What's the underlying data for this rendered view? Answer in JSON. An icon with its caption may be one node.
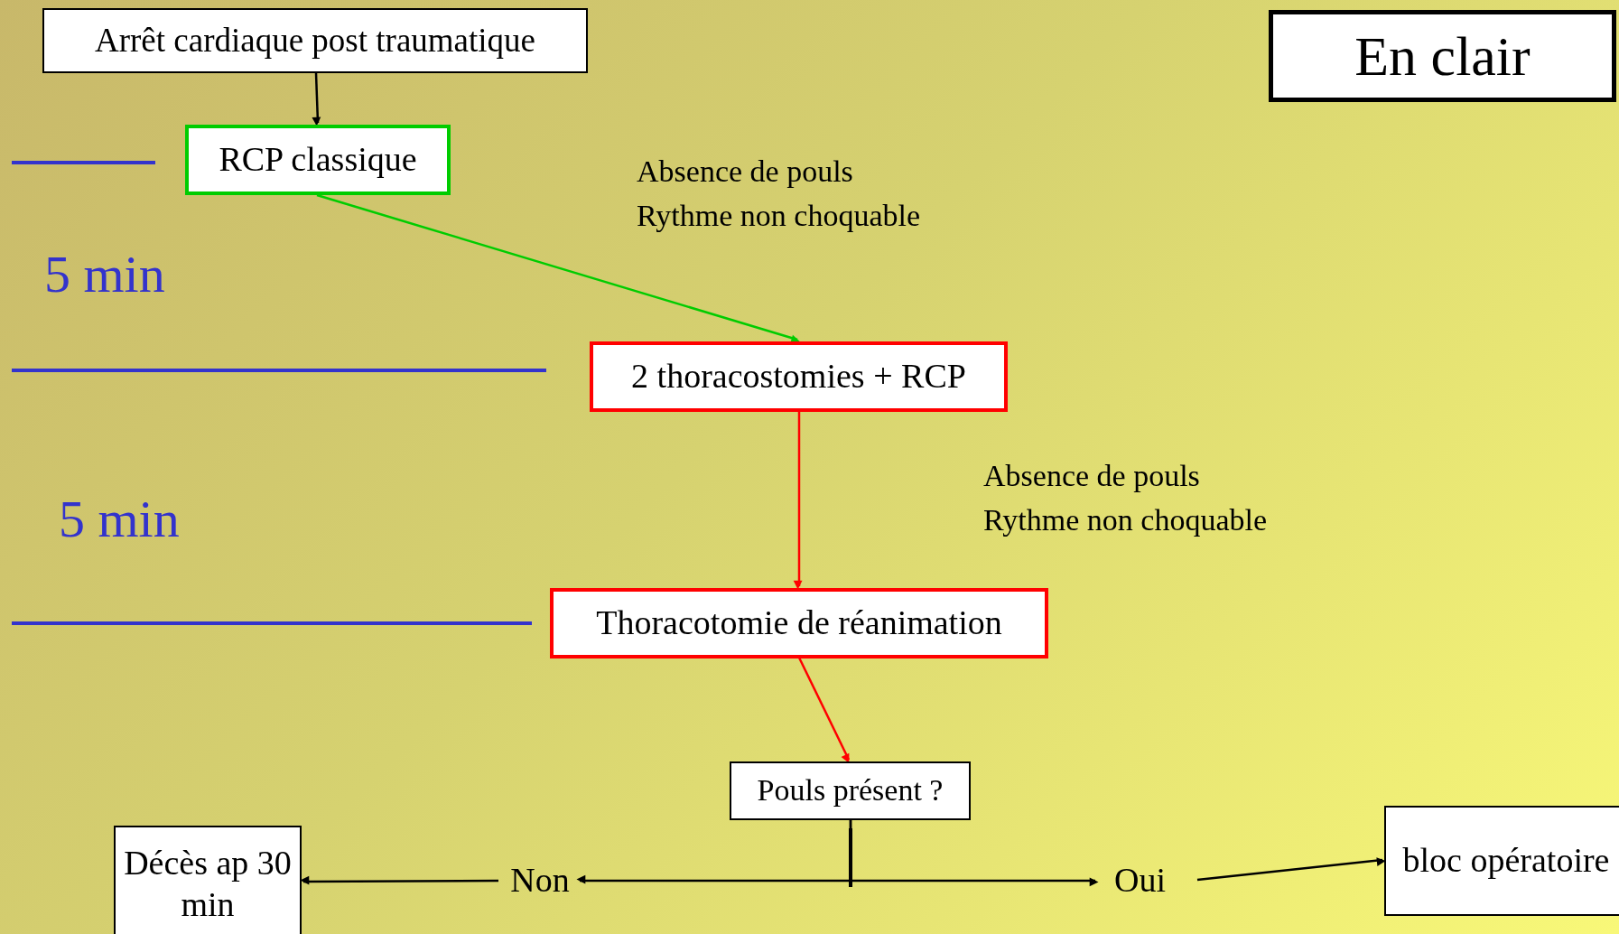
{
  "diagram": {
    "nodes": [
      {
        "text": [
          "Arrêt cardiaque post traumatique"
        ]
      },
      {
        "text": [
          "RCP classique"
        ]
      },
      {
        "text": [
          "2 thoracostomies + RCP"
        ]
      },
      {
        "text": [
          "Thoracotomie de réanimation"
        ]
      },
      {
        "text": [
          "Pouls présent ?"
        ]
      },
      {
        "text": [
          "Non"
        ]
      },
      {
        "text": [
          "Oui"
        ]
      },
      {
        "text": [
          "Décès ap 30 min"
        ]
      },
      {
        "text": [
          "bloc opératoire"
        ]
      },
      {
        "text": [
          "En clair"
        ]
      }
    ],
    "edges": [
      {
        "from": 0,
        "to": 1,
        "arrow": "to"
      },
      {
        "from": 1,
        "to": 2,
        "arrow": "to",
        "color": "#00cc00"
      },
      {
        "from": 2,
        "to": 3,
        "arrow": "to",
        "color": "#ff0000"
      },
      {
        "from": 3,
        "to": 4,
        "arrow": "to",
        "color": "#ff0000"
      },
      {
        "from": 4,
        "to": 5,
        "arrow": "to"
      },
      {
        "from": 4,
        "to": 6,
        "arrow": "to"
      },
      {
        "from": 5,
        "to": 7,
        "arrow": "to"
      },
      {
        "from": 6,
        "to": 8,
        "arrow": "to"
      }
    ],
    "labels": [
      "5 min",
      "5 min",
      "Absence de pouls",
      "Rythme non choquable",
      "Absence de pouls",
      "Rythme non choquable"
    ]
  }
}
